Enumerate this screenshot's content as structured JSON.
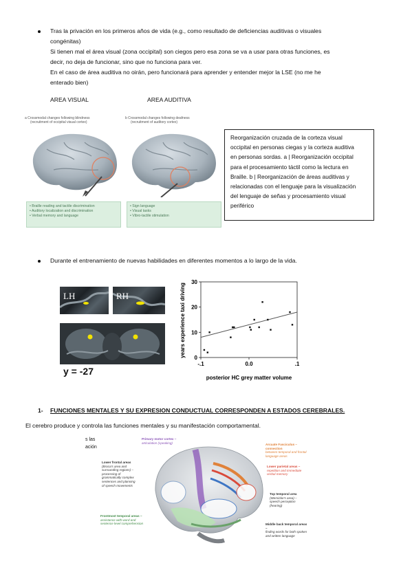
{
  "bullet1": {
    "line1": "Tras la privación en los primeros años de vida (e.g., como resultado de deficiencias auditivas o visuales",
    "line2": "congénitas)",
    "line3": "Si tienen mal el área visual (zona occipital) son ciegos pero esa zona se va a usar para otras funciones, es",
    "line4": "decir, no deja de funcionar, sino que no funciona para ver.",
    "line5": "En el caso de área auditiva no oirán, pero funcionará para aprender y entender mejor la LSE (no me he",
    "line6": "enterado bien)"
  },
  "labels": {
    "visual": "AREA VISUAL",
    "auditiva": "AREA AUDITIVA"
  },
  "figure1": {
    "panel_a_title": "a   Crossmodal changes following blindness",
    "panel_a_sub": "(recruitment of occipital visual cortex)",
    "panel_a_items": [
      "• Braille reading and tactile discrimination",
      "• Auditory localization and discrimination",
      "• Verbal memory and language"
    ],
    "panel_b_title": "b   Crossmodal changes following deafness",
    "panel_b_sub": "(recruitment of auditory cortex)",
    "panel_b_items": [
      "• Sign language",
      "• Visual tasks",
      "• Vibro-tactile stimulation"
    ]
  },
  "caption_box": [
    "Reorganización cruzada de la corteza visual",
    "occipital en personas ciegas y la corteza auditiva",
    "en personas sordas. a | Reorganización occipital",
    "para el procesamiento táctil como la lectura en",
    "Braille. b | Reorganización de áreas auditivas y",
    "relacionadas con el lenguaje para la visualización",
    "del lenguaje de señas y procesamiento visual",
    "periférico"
  ],
  "bullet2": "Durante el entrenamiento de nuevas habilidades en diferentes momentos a lo largo de la vida.",
  "mri": {
    "lh": "LH",
    "rh": "RH",
    "coord": "y = -27"
  },
  "chart_data": {
    "type": "scatter",
    "xlabel": "posterior HC grey matter volume",
    "ylabel": "years experience taxi driving",
    "xlim": [
      -0.1,
      0.1
    ],
    "ylim": [
      0,
      30
    ],
    "xticks": [
      "-.1",
      "0.0",
      ".1"
    ],
    "yticks": [
      "0",
      "10",
      "20",
      "30"
    ],
    "points": [
      [
        -0.093,
        3
      ],
      [
        -0.086,
        2
      ],
      [
        -0.082,
        10
      ],
      [
        -0.038,
        8
      ],
      [
        -0.034,
        12
      ],
      [
        -0.031,
        12
      ],
      [
        0.002,
        12
      ],
      [
        0.004,
        11
      ],
      [
        0.011,
        15
      ],
      [
        0.021,
        12
      ],
      [
        0.028,
        22
      ],
      [
        0.039,
        15
      ],
      [
        0.045,
        11
      ],
      [
        0.085,
        18
      ],
      [
        0.09,
        13
      ]
    ],
    "trend": [
      [
        -0.1,
        8
      ],
      [
        0.1,
        18
      ]
    ]
  },
  "section": {
    "number": "1-",
    "title": "FUNCIONES MENTALES Y SU EXPRESION CONDUCTUAL CORRESPONDEN A ESTADOS CEREBRALES."
  },
  "para": "El cerebro produce y controla las funciones mentales y su manifestación comportamental.",
  "fragment": {
    "l1": "s    las",
    "l2": "ación"
  },
  "brain_figure": {
    "primary_motor": [
      "Primary motor cortex –",
      "articulation (speaking)"
    ],
    "arcuate": [
      "Arcuate Fasciculus – connection",
      "between temporal and frontal",
      "language areas"
    ],
    "lower_frontal": [
      "Lower frontal areas",
      "(Broca's area and",
      "surrounding regions) –",
      "processing of",
      "grammatically complex",
      "sentences and planning",
      "of speech movements"
    ],
    "lower_parietal": [
      "Lower parietal areas –",
      "repetition and immediate",
      "verbal memory"
    ],
    "top_temporal": [
      "Top temporal area",
      "(Wernicke's area) –",
      "speech perception",
      "(hearing)"
    ],
    "front_temporal": [
      "Frontmost temporal areas –",
      "assistance with word and",
      "sentence level comprehension"
    ],
    "middle_back": [
      "Middle back temporal areas –",
      "finding words for both spoken",
      "and written language"
    ]
  }
}
